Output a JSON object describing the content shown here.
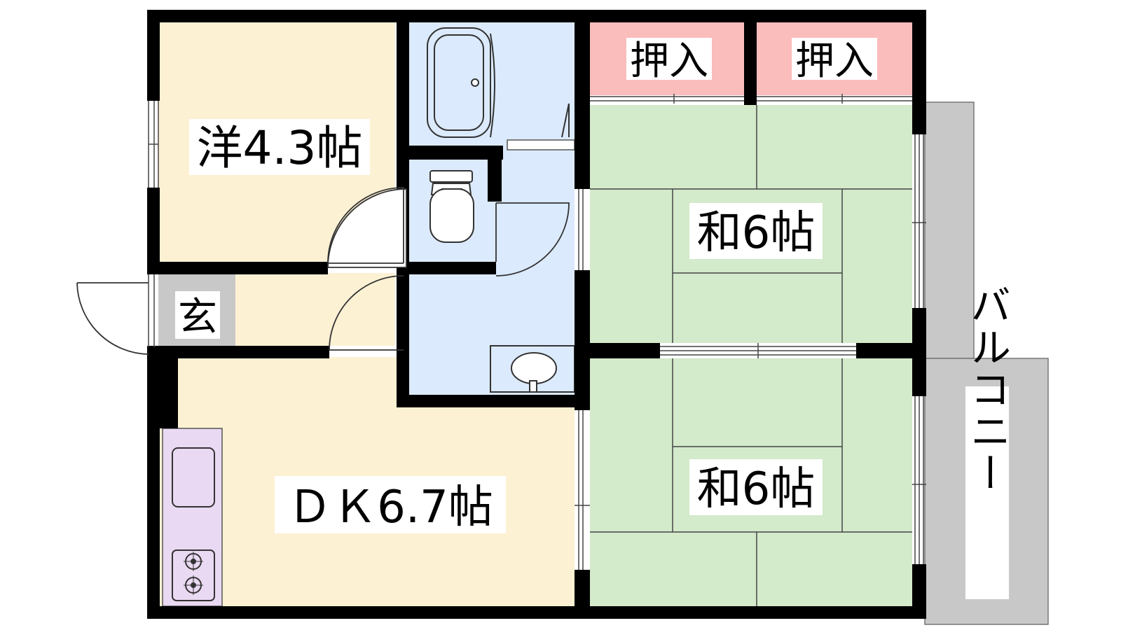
{
  "floorplan": {
    "rooms": {
      "western": {
        "label": "洋4.3帖",
        "fill": "#fdf1d4"
      },
      "entrance": {
        "label": "玄",
        "fill": "#c8c8c8"
      },
      "dk": {
        "label": "ＤＫ6.7帖",
        "fill": "#fdf1d4"
      },
      "washitsu_upper": {
        "label": "和6帖",
        "fill": "#d3eacb"
      },
      "washitsu_lower": {
        "label": "和6帖",
        "fill": "#d3eacb"
      },
      "closet_left": {
        "label": "押入",
        "fill": "#fbbcbc"
      },
      "closet_right": {
        "label": "押入",
        "fill": "#fbbcbc"
      },
      "balcony": {
        "label": "バルコニー",
        "fill": "#c8c8c8"
      },
      "wet_area": {
        "fill": "#dbeafc"
      },
      "kitchen": {
        "fill": "#ead9f2"
      }
    },
    "wall_color": "#000000",
    "line_color": "#555555"
  }
}
